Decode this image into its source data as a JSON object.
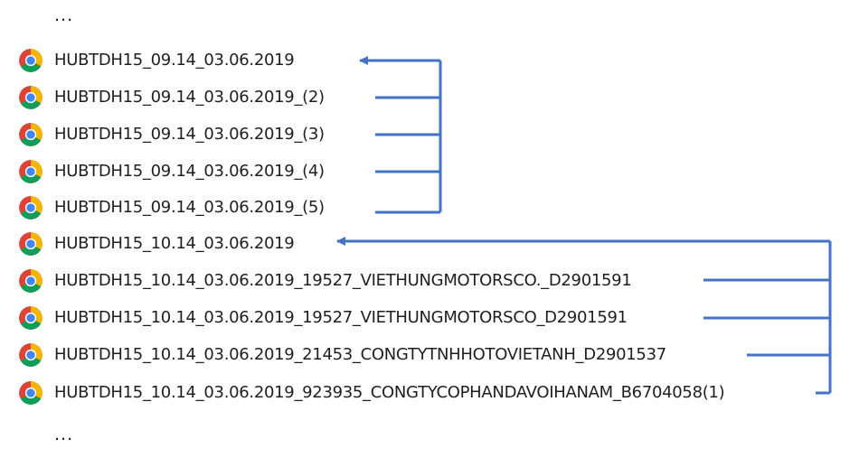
{
  "list": {
    "ellipsis_top": "...",
    "ellipsis_bottom": "...",
    "items": [
      {
        "name": "HUBTDH15_09.14_03.06.2019",
        "icon": "chrome-icon"
      },
      {
        "name": "HUBTDH15_09.14_03.06.2019_(2)",
        "icon": "chrome-icon"
      },
      {
        "name": "HUBTDH15_09.14_03.06.2019_(3)",
        "icon": "chrome-icon"
      },
      {
        "name": "HUBTDH15_09.14_03.06.2019_(4)",
        "icon": "chrome-icon"
      },
      {
        "name": "HUBTDH15_09.14_03.06.2019_(5)",
        "icon": "chrome-icon"
      },
      {
        "name": "HUBTDH15_10.14_03.06.2019",
        "icon": "chrome-icon"
      },
      {
        "name": "HUBTDH15_10.14_03.06.2019_19527_VIETHUNGMOTORSCO._D2901591",
        "icon": "chrome-icon"
      },
      {
        "name": "HUBTDH15_10.14_03.06.2019_19527_VIETHUNGMOTORSCO_D2901591",
        "icon": "chrome-icon"
      },
      {
        "name": "HUBTDH15_10.14_03.06.2019_21453_CONGTYTNHHOTOVIETANH_D2901537",
        "icon": "chrome-icon"
      },
      {
        "name": "HUBTDH15_10.14_03.06.2019_923935_CONGTYCOPHANDAVOIHANAM_B6704058(1)",
        "icon": "chrome-icon"
      }
    ]
  },
  "colors": {
    "arrow": "#4472C4",
    "text": "#1f1f1f"
  }
}
